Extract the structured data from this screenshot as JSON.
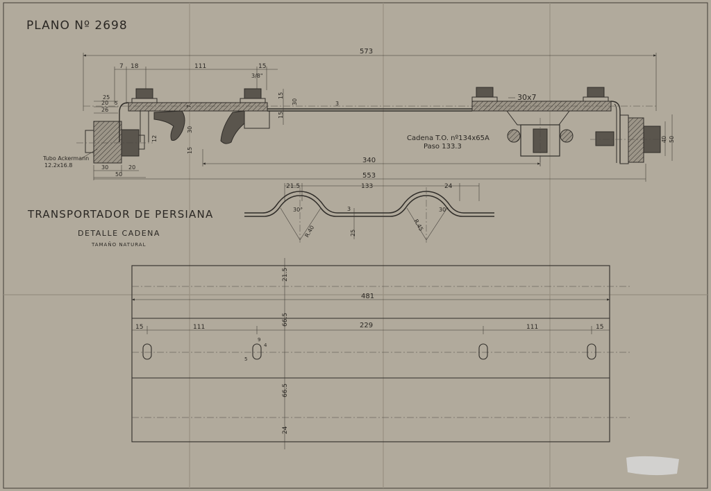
{
  "title": "PLANO Nº 2698",
  "heading": {
    "main": "TRANSPORTADOR DE PERSIANA",
    "sub": "DETALLE CADENA",
    "scale": "TAMAÑO NATURAL"
  },
  "notes": {
    "tube_line1": "Tubo Ackermann",
    "tube_line2": "12.2x16.8",
    "chain_line1": "Cadena T.O. nº134x65A",
    "chain_line2": "Paso 133.3"
  },
  "top_view": {
    "overall": "573",
    "d7": "7",
    "d18": "18",
    "d111": "111",
    "d15a": "15",
    "d3_8": "3/8\"",
    "d25": "25",
    "d20a": "20",
    "d26": "26",
    "d5": "5",
    "d12": "12",
    "d7b": "7",
    "d15b": "15",
    "d30v": "30",
    "d15c": "15",
    "d15d": "15",
    "d30w": "30",
    "d3": "3",
    "bar": "30x7",
    "d30b": "30",
    "d20b": "20",
    "d50": "50",
    "d340": "340",
    "d553": "553",
    "d40": "40",
    "d50r": "50"
  },
  "profile": {
    "d21_5": "21.5",
    "d133": "133",
    "d24": "24",
    "a1": "30°",
    "r1": "R.40",
    "d3": "3",
    "d25": "25",
    "a2": "30°",
    "r2": "R.45"
  },
  "plate": {
    "d21_5": "21.5",
    "d481": "481",
    "d66_5a": "66.5",
    "d15l": "15",
    "d111l": "111",
    "d229": "229",
    "d111r": "111",
    "d15r": "15",
    "s9": "9",
    "s5": "5",
    "s4": "4",
    "d66_5b": "66.5",
    "d24": "24"
  }
}
